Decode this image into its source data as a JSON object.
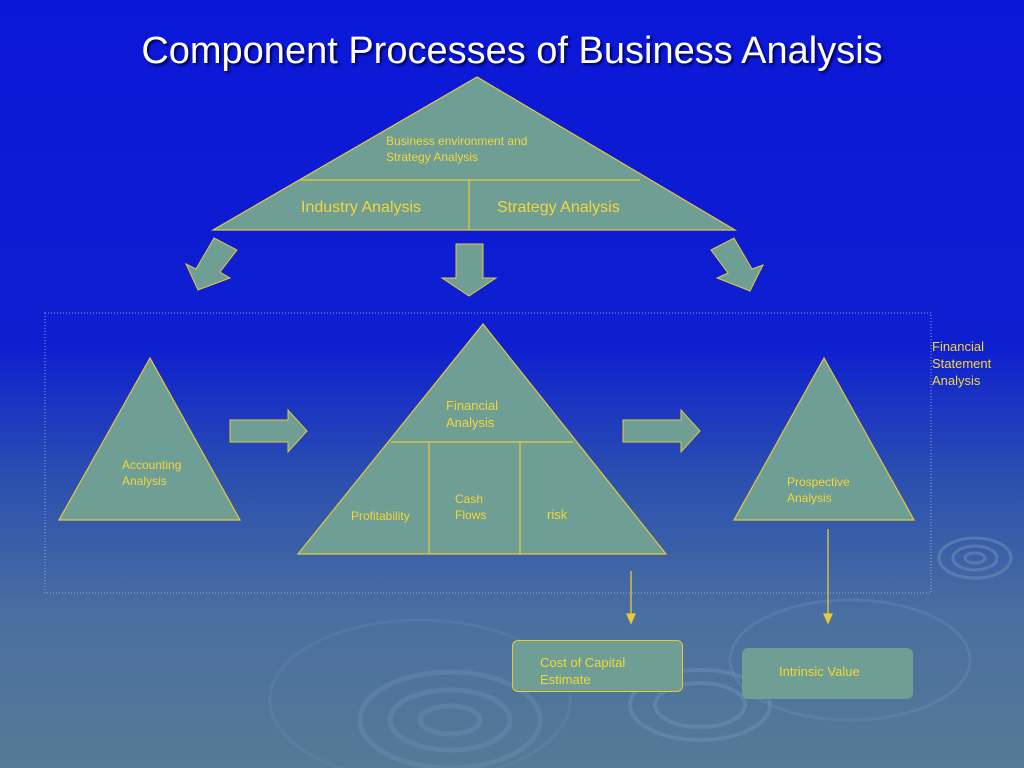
{
  "title": "Component Processes of Business Analysis",
  "top_triangle": {
    "heading": [
      "Business environment and",
      "Strategy Analysis"
    ],
    "left": "Industry Analysis",
    "right": "Strategy Analysis"
  },
  "accounting": [
    "Accounting",
    "Analysis"
  ],
  "financial": {
    "heading": [
      "Financial",
      "Analysis"
    ],
    "profitability": "Profitability",
    "cash_flows": [
      "Cash",
      "Flows"
    ],
    "risk": "risk"
  },
  "prospective": [
    "Prospective",
    "Analysis"
  ],
  "side_label": [
    "Financial",
    "Statement",
    "Analysis"
  ],
  "cost_of_capital": [
    "Cost of Capital",
    "Estimate"
  ],
  "intrinsic_value": "Intrinsic Value",
  "colors": {
    "shape_fill": "#6e9e94",
    "shape_stroke": "#e8c93a",
    "text": "#f5d63a",
    "title": "#ffffff"
  }
}
